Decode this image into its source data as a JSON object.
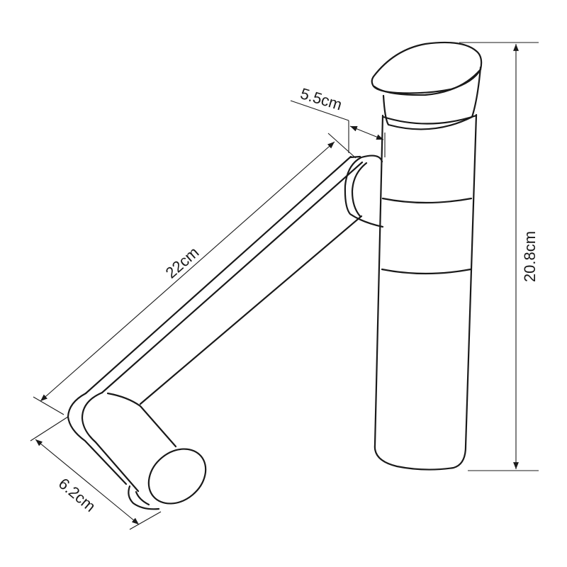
{
  "dimensions": {
    "height": "20.8cm",
    "arm_length": "22cm",
    "spout_offset": "5.5cm",
    "outlet_length": "6.2cm"
  }
}
